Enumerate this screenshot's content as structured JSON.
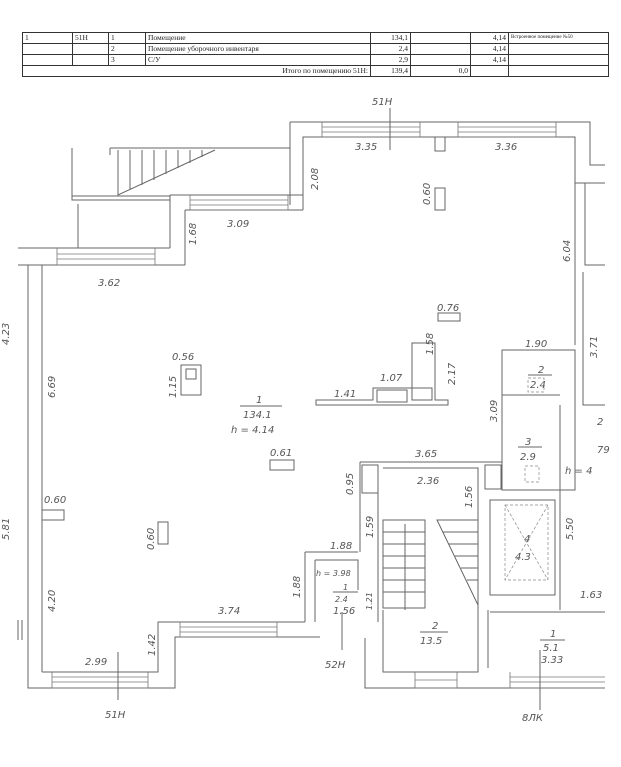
{
  "table": {
    "rows": [
      {
        "floor": "1",
        "premise": "51Н",
        "num": "1",
        "name": "Помещение",
        "area": "134,1",
        "aux": "",
        "height": "4,14",
        "note": "Встроенное помещение №50"
      },
      {
        "floor": "",
        "premise": "",
        "num": "2",
        "name": "Помещение уборочного инвентаря",
        "area": "2,4",
        "aux": "",
        "height": "4,14",
        "note": ""
      },
      {
        "floor": "",
        "premise": "",
        "num": "3",
        "name": "С/У",
        "area": "2,9",
        "aux": "",
        "height": "4,14",
        "note": ""
      }
    ],
    "total": {
      "label": "Итого по помещению 51Н:",
      "area": "139,4",
      "aux": "0,0"
    }
  },
  "plan": {
    "premise_marks": [
      "51Н",
      "51Н",
      "52Н",
      "8ЛК"
    ],
    "dims": [
      "3.35",
      "3.36",
      "2.08",
      "0.60",
      "3.09",
      "1.68",
      "6.04",
      "3.62",
      "0.76",
      "3.71",
      "1.58",
      "1.90",
      "0.56",
      "1.15",
      "2.17",
      "1.41",
      "1.07",
      "6.69",
      "3.09",
      "0.61",
      "3.65",
      "0.95",
      "2.36",
      "1.56",
      "5.50",
      "0.60",
      "0.60",
      "1.59",
      "1.88",
      "h = 3.98",
      "1.21",
      "1.56",
      "4.20",
      "3.74",
      "1.88",
      "1.42",
      "2.99",
      "3.33",
      "1.63",
      "4.23",
      "5.81"
    ],
    "rooms": [
      {
        "num": "1",
        "area": "134.1",
        "height": "h = 4.14"
      },
      {
        "num": "2",
        "area": "2.4"
      },
      {
        "num": "3",
        "area": "2.9"
      },
      {
        "num": "1",
        "area": "2.4"
      },
      {
        "num": "2",
        "area": "13.5"
      },
      {
        "num": "4",
        "area": "4.3"
      },
      {
        "num": "1",
        "area": "5.1"
      },
      {
        "num": "2",
        "area": "79",
        "height": "h = 4"
      }
    ]
  }
}
